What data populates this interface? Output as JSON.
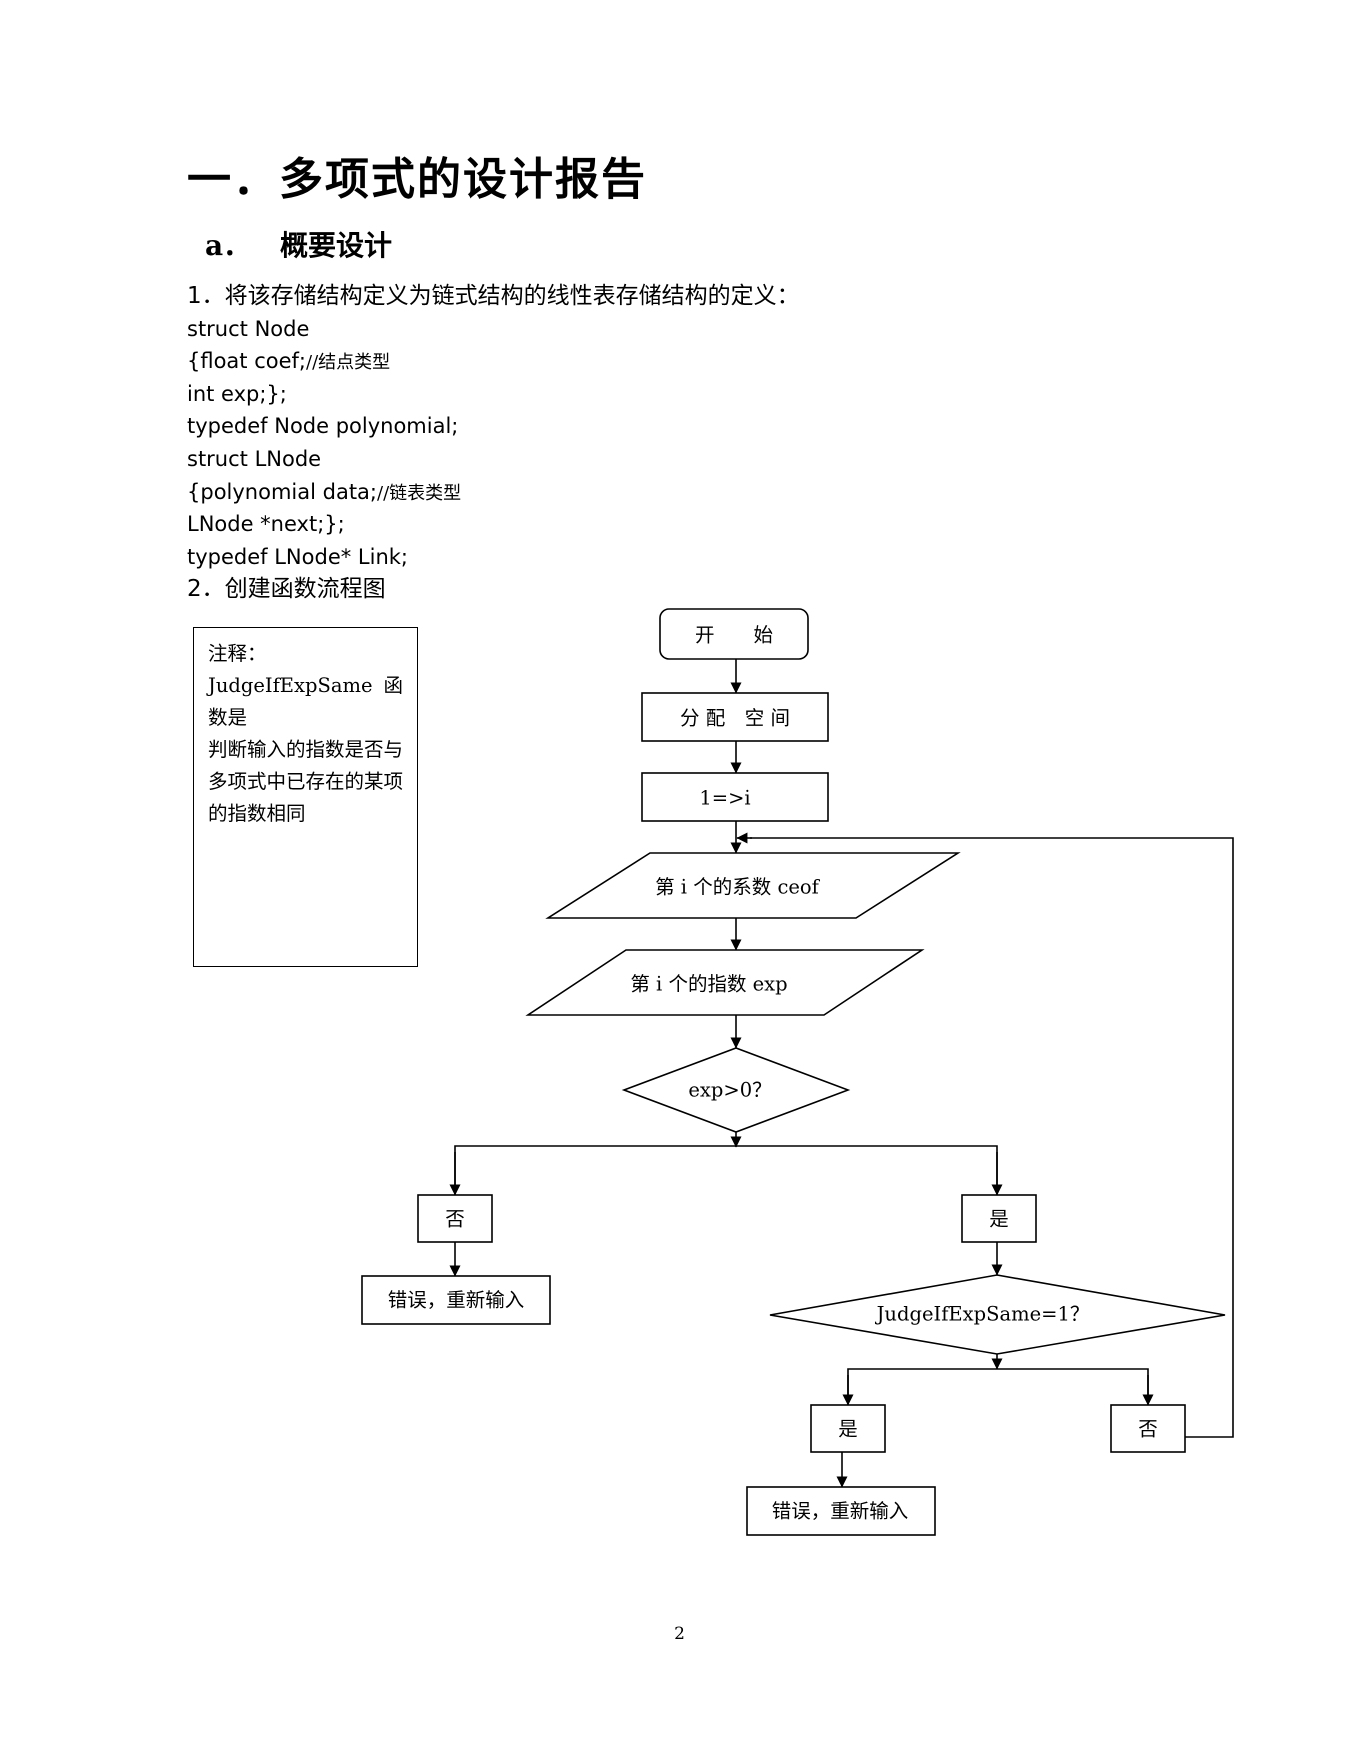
{
  "heading": {
    "number": "一．",
    "title": "多项式的设计报告"
  },
  "subheading": {
    "number": "a．",
    "title": "概要设计"
  },
  "step1": "1．将该存储结构定义为链式结构的线性表存储结构的定义：",
  "code_lines": [
    {
      "code": "struct Node",
      "comment": ""
    },
    {
      "code": "{float coef;",
      "comment": "//结点类型"
    },
    {
      "code": "int exp;};",
      "comment": ""
    },
    {
      "code": "typedef Node polynomial;",
      "comment": ""
    },
    {
      "code": "struct LNode",
      "comment": ""
    },
    {
      "code": "{polynomial data;",
      "comment": "//链表类型"
    },
    {
      "code": "LNode *next;};",
      "comment": ""
    },
    {
      "code": "typedef LNode* Link;",
      "comment": ""
    }
  ],
  "step2": "2．创建函数流程图",
  "note": {
    "title": "注释：",
    "line1": "JudgeIfExpSame 函",
    "line2": "数是",
    "line3": "判断输入的指数是否与多项式中已存在的某项的指数相同"
  },
  "flowchart": {
    "start": "开　　始",
    "allocate": "分 配　空 间",
    "init": "1=>i",
    "input_coef": "第 i 个的系数 ceof",
    "input_exp": "第 i 个的指数 exp",
    "check_exp": "exp>0？",
    "no_label": "否",
    "yes_label": "是",
    "error_left": "错误，重新输入",
    "check_same": "JudgeIfExpSame=1？",
    "same_yes": "是",
    "same_no": "否",
    "error_right": "错误，重新输入"
  },
  "page_number": "2"
}
